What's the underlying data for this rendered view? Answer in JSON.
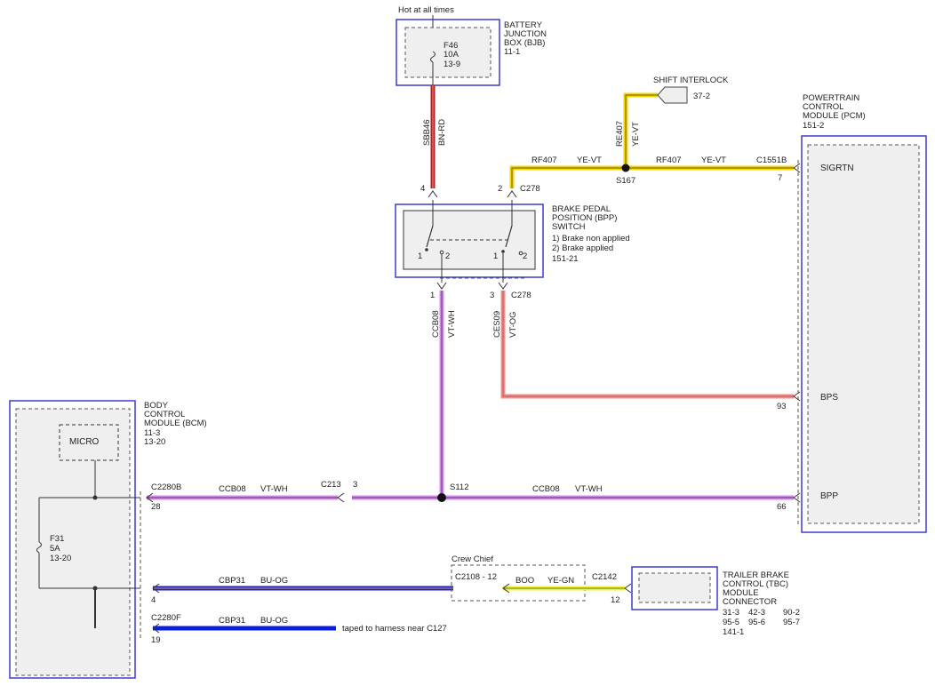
{
  "top_feed": {
    "label": "Hot at all times"
  },
  "bjb": {
    "title_lines": [
      "BATTERY",
      "JUNCTION",
      "BOX (BJB)",
      "11-1"
    ],
    "fuse_lines": [
      "F46",
      "10A",
      "13-9"
    ]
  },
  "bjb_wire": {
    "circuit": "SBB46",
    "color_code": "BN-RD",
    "pin": "4",
    "color": "#b22222"
  },
  "shift_interlock": {
    "title": "SHIFT INTERLOCK",
    "ref": "37-2"
  },
  "interlock_wire": {
    "circuit": "RE407",
    "color_code": "YE-VT",
    "color": "#f2d600"
  },
  "pcm": {
    "title_lines": [
      "POWERTRAIN",
      "CONTROL",
      "MODULE (PCM)",
      "151-2"
    ],
    "pins": {
      "sigrtn": "SIGRTN",
      "bps": "BPS",
      "bpp": "BPP"
    },
    "connector": "C1551B"
  },
  "yellow_run": {
    "circuit_left": "RF407",
    "color_left": "YE-VT",
    "circuit_right": "RF407",
    "color_right": "YE-VT",
    "splice": "S167",
    "pin_pcm": "7"
  },
  "bpp_switch": {
    "title_lines": [
      "BRAKE PEDAL",
      "POSITION (BPP)",
      "SWITCH",
      "1) Brake non applied",
      "2) Brake applied",
      "151-21"
    ],
    "connector_top": "C278",
    "pin_top": "2",
    "left_contacts": [
      "1",
      "2"
    ],
    "right_contacts": [
      "1",
      "2"
    ],
    "pin_bottom_left": "1",
    "pin_bottom_right": "3",
    "connector_bottom": "C278"
  },
  "ccb08_vertical": {
    "circuit": "CCB08",
    "color_code": "VT-WH",
    "color": "#d18ee8"
  },
  "ces09_wire": {
    "circuit": "CES09",
    "color_code": "VT-OG",
    "color": "#f08e8e",
    "pin_pcm": "93"
  },
  "bcm": {
    "title_lines": [
      "BODY",
      "CONTROL",
      "MODULE (BCM)",
      "11-3",
      "13-20"
    ],
    "micro": "MICRO",
    "fuse_lines": [
      "F31",
      "5A",
      "13-20"
    ],
    "connector_c2280b": "C2280B",
    "pin_28": "28",
    "pin_4": "4",
    "connector_c2280f": "C2280F",
    "pin_19": "19"
  },
  "ccb08_horizontal": {
    "circuit_left": "CCB08",
    "color_left": "VT-WH",
    "connector_mid": "C213",
    "pin_mid": "3",
    "splice": "S112",
    "circuit_right": "CCB08",
    "color_right": "VT-WH",
    "pin_pcm": "66"
  },
  "cbp31_main": {
    "circuit": "CBP31",
    "color_code": "BU-OG",
    "color": "#2222bb"
  },
  "crew_chief": {
    "label": "Crew Chief",
    "connector": "C2108 - 12",
    "wire_circuit": "BOO",
    "wire_color": "YE-GN",
    "connector_tbc": "C2142",
    "pin_tbc": "12",
    "color": "#f5ee3a"
  },
  "tbc": {
    "title_lines": [
      "TRAILER BRAKE",
      "CONTROL (TBC)",
      "MODULE",
      "CONNECTOR"
    ],
    "refs": [
      "31-3",
      "42-3",
      "90-2",
      "95-5",
      "95-6",
      "95-7",
      "141-1"
    ]
  },
  "cbp31_taped": {
    "circuit": "CBP31",
    "color_code": "BU-OG",
    "note": "taped to harness near C127",
    "color": "#0a1ee0"
  }
}
